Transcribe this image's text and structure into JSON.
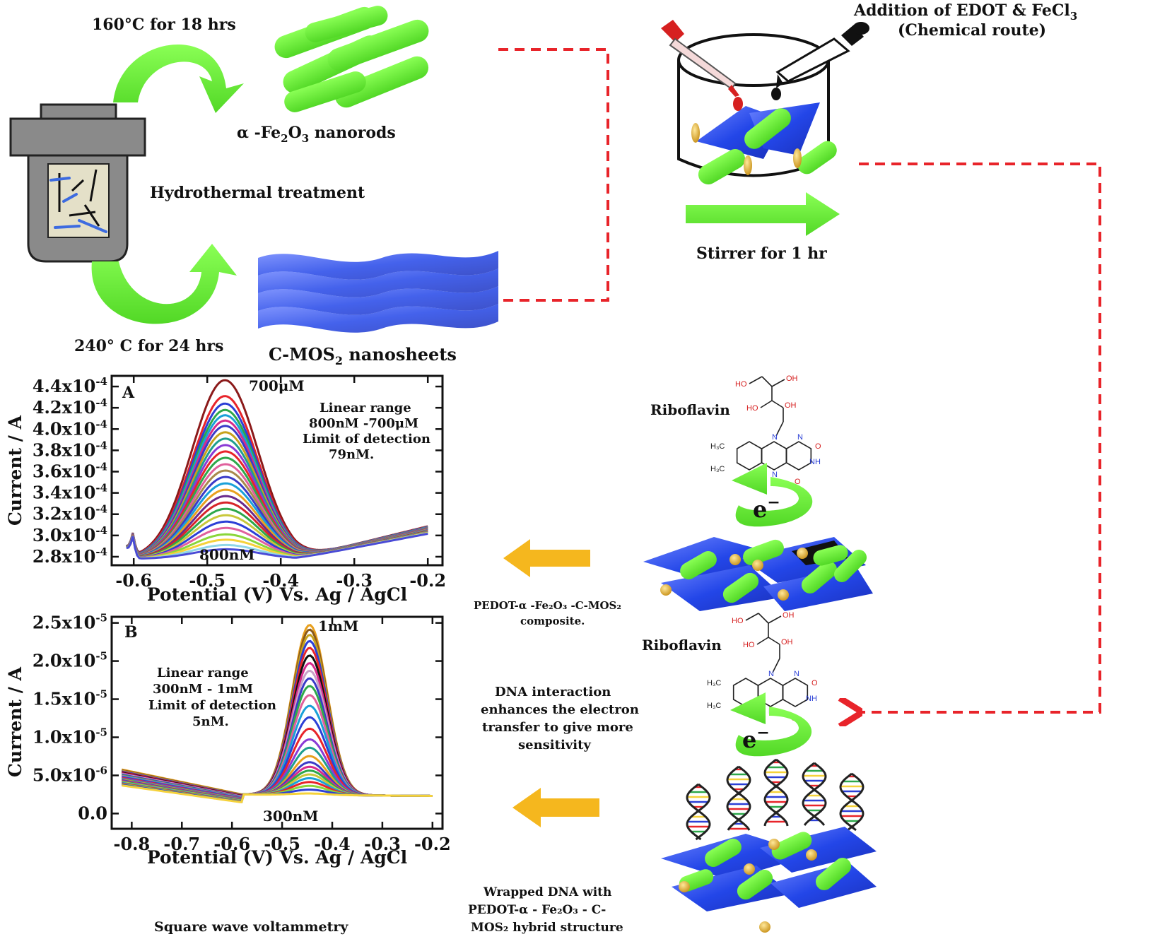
{
  "labels": {
    "temp_top": "160°C for 18 hrs",
    "temp_bottom": "240° C for 24 hrs",
    "hydrothermal": "Hydrothermal treatment",
    "nanorods_prefix": "α -Fe",
    "nanorods_sub1": "2",
    "nanorods_mid": "O",
    "nanorods_sub2": "3",
    "nanorods_suffix": " nanorods",
    "nanosheets_prefix": "C-MOS",
    "nanosheets_sub": "2",
    "nanosheets_suffix": " nanosheets",
    "addition_line1_prefix": "Addition of EDOT & FeCl",
    "addition_line1_sub": "3",
    "addition_line2": "(Chemical route)",
    "stirrer": "Stirrer for 1 hr",
    "riboflavin_top": "Riboflavin",
    "riboflavin_bottom": "Riboflavin",
    "electron": "e",
    "electron_sup": "−",
    "composite_line1": "PEDOT-α -Fe₂O₃ -C-MOS₂",
    "composite_line2": "composite.",
    "dna_line1": "DNA interaction",
    "dna_line2": "enhances the electron",
    "dna_line3": "transfer to give more",
    "dna_line4": "sensitivity",
    "wrapped_line1": "Wrapped DNA with",
    "wrapped_line2": "PEDOT-α - Fe₂O₃ - C-",
    "wrapped_line3": "MOS₂ hybrid structure",
    "swv": "Square wave voltammetry"
  },
  "chem": {
    "OH": "OH",
    "HO": "HO",
    "N": "N",
    "NH": "NH",
    "O": "O",
    "H3C": "H₃C"
  },
  "colors": {
    "green": "#6ef03a",
    "blue": "#2346e8",
    "red_dash": "#e8242a",
    "orange": "#f5b71e",
    "gold": "#d9a82c",
    "grey": "#8a8a8a"
  },
  "chart_data": [
    {
      "type": "line",
      "panel_label": "A",
      "xlabel": "Potential (V) Vs. Ag / AgCl",
      "ylabel": "Current / A",
      "xlim": [
        -0.63,
        -0.18
      ],
      "ylim": [
        0.000272,
        0.00045
      ],
      "x_ticks": [
        -0.6,
        -0.5,
        -0.4,
        -0.3,
        -0.2
      ],
      "x_tick_labels": [
        "-0.6",
        "-0.5",
        "-0.4",
        "-0.3",
        "-0.2"
      ],
      "y_ticks": [
        0.00028,
        0.0003,
        0.00032,
        0.00034,
        0.00036,
        0.00038,
        0.0004,
        0.00042,
        0.00044
      ],
      "y_tick_labels": [
        {
          "m": "2.8x10",
          "e": "-4"
        },
        {
          "m": "3.0x10",
          "e": "-4"
        },
        {
          "m": "3.2x10",
          "e": "-4"
        },
        {
          "m": "3.4x10",
          "e": "-4"
        },
        {
          "m": "3.6x10",
          "e": "-4"
        },
        {
          "m": "3.8x10",
          "e": "-4"
        },
        {
          "m": "4.0x10",
          "e": "-4"
        },
        {
          "m": "4.2x10",
          "e": "-4"
        },
        {
          "m": "4.4x10",
          "e": "-4"
        }
      ],
      "annotations": {
        "top_label": "700μM",
        "bottom_label": "800nM",
        "info": [
          "Linear range",
          "800nM -700μM",
          "Limit of detection",
          "79nM."
        ]
      },
      "series": [
        {
          "peak": 0.000446,
          "color": "#8b1a1a"
        },
        {
          "peak": 0.000431,
          "color": "#e8242a"
        },
        {
          "peak": 0.000424,
          "color": "#2c3fd6"
        },
        {
          "peak": 0.000418,
          "color": "#2ea84a"
        },
        {
          "peak": 0.000413,
          "color": "#1aa0d8"
        },
        {
          "peak": 0.000408,
          "color": "#d62b8c"
        },
        {
          "peak": 0.000403,
          "color": "#3a3ac8"
        },
        {
          "peak": 0.000397,
          "color": "#c7a21c"
        },
        {
          "peak": 0.000391,
          "color": "#1f9e8f"
        },
        {
          "peak": 0.000385,
          "color": "#8a3ad6"
        },
        {
          "peak": 0.000379,
          "color": "#e8242a"
        },
        {
          "peak": 0.000373,
          "color": "#2ea84a"
        },
        {
          "peak": 0.000367,
          "color": "#e0609c"
        },
        {
          "peak": 0.000361,
          "color": "#a88a4c"
        },
        {
          "peak": 0.000355,
          "color": "#3a3ac8"
        },
        {
          "peak": 0.000349,
          "color": "#1aa0d8"
        },
        {
          "peak": 0.000343,
          "color": "#e8a01e"
        },
        {
          "peak": 0.000337,
          "color": "#6a2a8c"
        },
        {
          "peak": 0.000331,
          "color": "#d6242a"
        },
        {
          "peak": 0.000325,
          "color": "#2ea84a"
        },
        {
          "peak": 0.000319,
          "color": "#c8c83a"
        },
        {
          "peak": 0.000313,
          "color": "#2c3fd6"
        },
        {
          "peak": 0.000307,
          "color": "#e0609c"
        },
        {
          "peak": 0.000301,
          "color": "#8ad63a"
        },
        {
          "peak": 0.000296,
          "color": "#f5d23a"
        },
        {
          "peak": 0.000291,
          "color": "#8fd6e8"
        },
        {
          "peak": 0.000287,
          "color": "#4a4ad6"
        }
      ]
    },
    {
      "type": "line",
      "panel_label": "B",
      "xlabel": "Potential (V) Vs. Ag / AgCl",
      "ylabel": "Current / A",
      "xlim": [
        -0.84,
        -0.18
      ],
      "ylim": [
        -2e-06,
        2.58e-05
      ],
      "x_ticks": [
        -0.8,
        -0.7,
        -0.6,
        -0.5,
        -0.4,
        -0.3,
        -0.2
      ],
      "x_tick_labels": [
        "-0.8",
        "-0.7",
        "-0.6",
        "-0.5",
        "-0.4",
        "-0.3",
        "-0.2"
      ],
      "y_ticks": [
        0,
        5e-06,
        1e-05,
        1.5e-05,
        2e-05,
        2.5e-05
      ],
      "y_tick_labels": [
        {
          "m": "0.0",
          "e": ""
        },
        {
          "m": "5.0x10",
          "e": "-6"
        },
        {
          "m": "1.0x10",
          "e": "-5"
        },
        {
          "m": "1.5x10",
          "e": "-5"
        },
        {
          "m": "2.0x10",
          "e": "-5"
        },
        {
          "m": "2.5x10",
          "e": "-5"
        }
      ],
      "annotations": {
        "top_label": "1mM",
        "bottom_label": "300nM",
        "info": [
          "Linear range",
          "300nM - 1mM",
          "Limit of detection",
          "5nM."
        ]
      },
      "series": [
        {
          "peak": 2.48e-05,
          "color": "#e8a01e"
        },
        {
          "peak": 2.42e-05,
          "color": "#8b5a1a"
        },
        {
          "peak": 2.35e-05,
          "color": "#c7a21c"
        },
        {
          "peak": 2.27e-05,
          "color": "#2c3fd6"
        },
        {
          "peak": 2.18e-05,
          "color": "#e8242a"
        },
        {
          "peak": 2.08e-05,
          "color": "#111111"
        },
        {
          "peak": 1.98e-05,
          "color": "#d62b8c"
        },
        {
          "peak": 1.88e-05,
          "color": "#c8a0c8"
        },
        {
          "peak": 1.78e-05,
          "color": "#3a3ac8"
        },
        {
          "peak": 1.68e-05,
          "color": "#2ea84a"
        },
        {
          "peak": 1.56e-05,
          "color": "#e0609c"
        },
        {
          "peak": 1.42e-05,
          "color": "#1aa0d8"
        },
        {
          "peak": 1.27e-05,
          "color": "#2c3fd6"
        },
        {
          "peak": 1.12e-05,
          "color": "#e8242a"
        },
        {
          "peak": 9.8e-06,
          "color": "#8a3ad6"
        },
        {
          "peak": 8.7e-06,
          "color": "#1f9e8f"
        },
        {
          "peak": 7.6e-06,
          "color": "#e8a01e"
        },
        {
          "peak": 6.8e-06,
          "color": "#3a3ac8"
        },
        {
          "peak": 6.2e-06,
          "color": "#d62b8c"
        },
        {
          "peak": 5.7e-06,
          "color": "#2ea84a"
        },
        {
          "peak": 5.2e-06,
          "color": "#c8c83a"
        },
        {
          "peak": 4.7e-06,
          "color": "#1aa0d8"
        },
        {
          "peak": 4.2e-06,
          "color": "#e8242a"
        },
        {
          "peak": 3.7e-06,
          "color": "#8ad63a"
        },
        {
          "peak": 3.2e-06,
          "color": "#2c3fd6"
        },
        {
          "peak": 2.7e-06,
          "color": "#f5d23a"
        }
      ]
    }
  ]
}
